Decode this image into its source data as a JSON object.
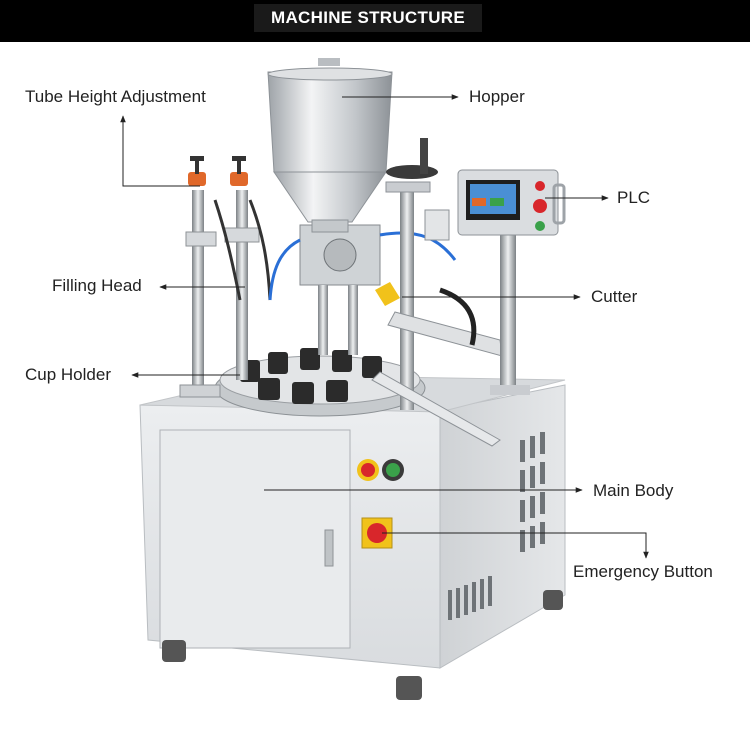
{
  "header": {
    "title": "MACHINE STRUCTURE"
  },
  "labels": {
    "tube_height": "Tube Height Adjustment",
    "hopper": "Hopper",
    "plc": "PLC",
    "filling_head": "Filling Head",
    "cutter": "Cutter",
    "cup_holder": "Cup Holder",
    "main_body": "Main Body",
    "emergency": "Emergency Button"
  },
  "colors": {
    "header_bg": "#000000",
    "steel": "#c9ccd0",
    "body_panel": "#e4e6e8",
    "accent_red": "#d8262b",
    "accent_green": "#3aa14a",
    "accent_yellow": "#f1c21b"
  }
}
